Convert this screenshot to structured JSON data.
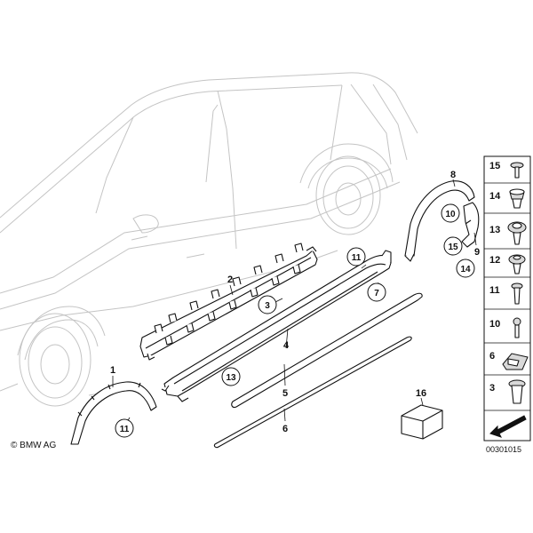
{
  "diagram": {
    "callouts": [
      {
        "id": "c1",
        "label": "1"
      },
      {
        "id": "c2",
        "label": "2"
      },
      {
        "id": "c3",
        "label": "3"
      },
      {
        "id": "c4",
        "label": "4"
      },
      {
        "id": "c5",
        "label": "5"
      },
      {
        "id": "c6",
        "label": "6"
      },
      {
        "id": "c7",
        "label": "7"
      },
      {
        "id": "c8",
        "label": "8"
      },
      {
        "id": "c9",
        "label": "9"
      },
      {
        "id": "c10",
        "label": "10"
      },
      {
        "id": "c11a",
        "label": "11"
      },
      {
        "id": "c11b",
        "label": "11"
      },
      {
        "id": "c13",
        "label": "13"
      },
      {
        "id": "c14",
        "label": "14"
      },
      {
        "id": "c15",
        "label": "15"
      },
      {
        "id": "c16",
        "label": "16"
      }
    ],
    "parts_column": [
      "15",
      "14",
      "13",
      "12",
      "11",
      "10",
      "6",
      "3"
    ],
    "copyright": "© BMW AG",
    "document_number": "00301015"
  }
}
